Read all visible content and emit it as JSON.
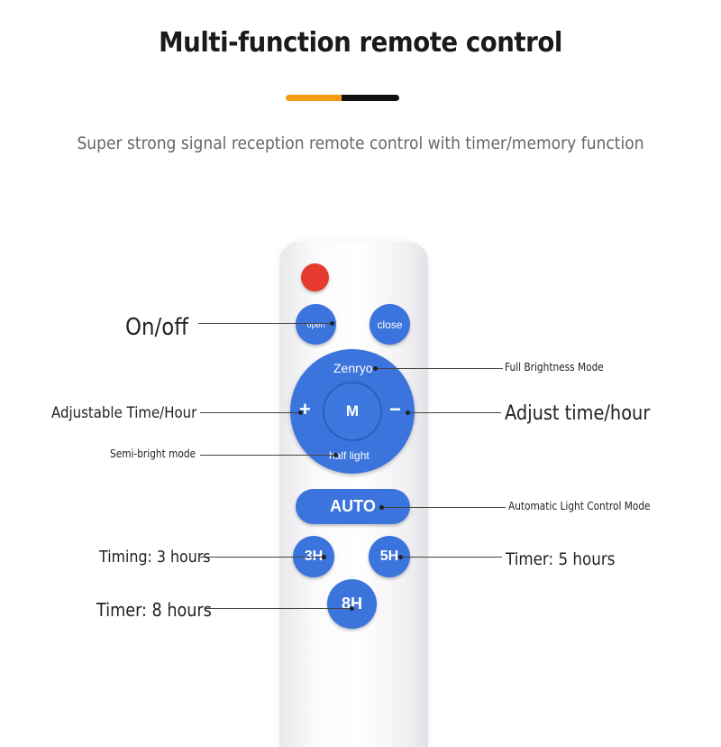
{
  "header": {
    "title": "Multi-function remote control",
    "subtitle": "Super strong signal reception remote control with timer/memory function",
    "accent_colors": [
      "#f39c12",
      "#111111"
    ]
  },
  "remote": {
    "brand": "Zenryo",
    "buttons": {
      "open": "open",
      "close": "close",
      "plus": "+",
      "mode": "M",
      "minus": "−",
      "half_light": "half light",
      "auto": "AUTO",
      "h3": "3H",
      "h5": "5H",
      "h8": "8H"
    },
    "colors": {
      "button": "#3b74dd",
      "power": "#e53a2d"
    }
  },
  "callouts": {
    "on_off": "On/off",
    "full_brightness": "Full Brightness Mode",
    "adjustable_time": "Adjustable Time/Hour",
    "adjust_time": "Adjust time/hour",
    "semi_bright": "Semi-bright mode",
    "auto_light": "Automatic Light Control Mode",
    "timing_3": "Timing: 3 hours",
    "timer_5": "Timer: 5 hours",
    "timer_8": "Timer: 8 hours"
  }
}
